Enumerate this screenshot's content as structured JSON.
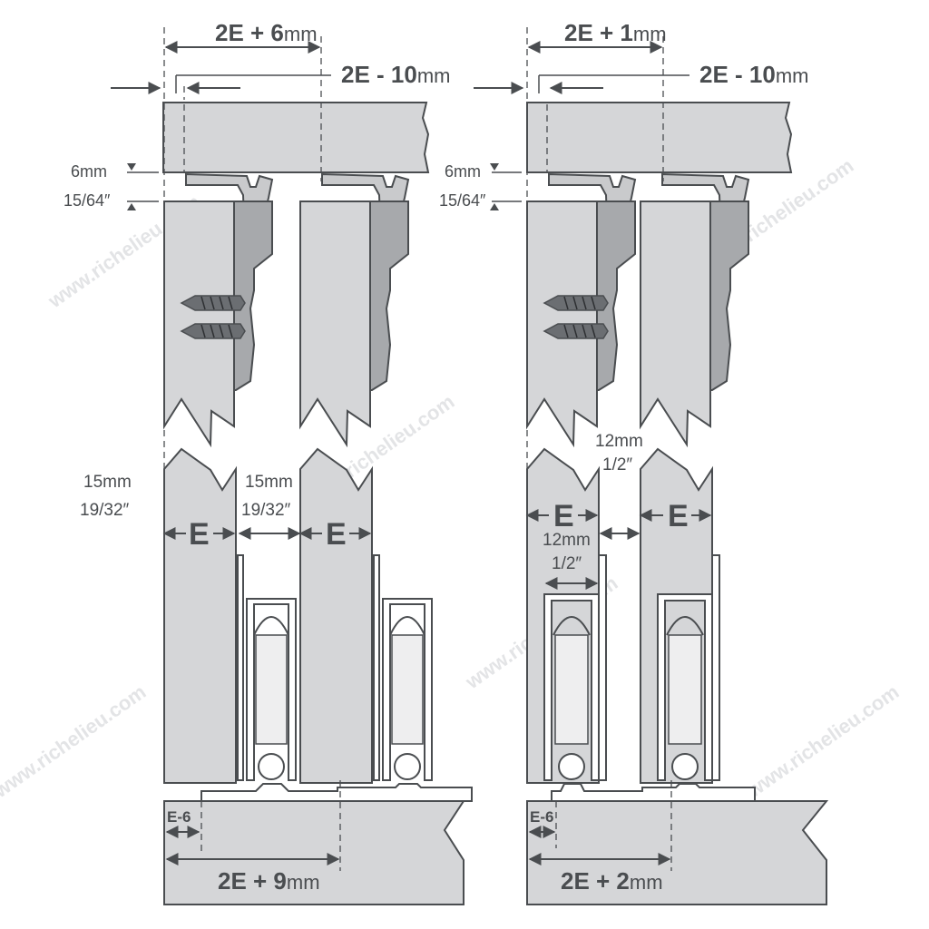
{
  "left_config": {
    "top_dimension": {
      "main": "2E + 6",
      "unit": "mm"
    },
    "offset_dimension": {
      "main": "2E - 10",
      "unit": "mm"
    },
    "gap_label": {
      "metric": "6mm",
      "imperial": "15/64″"
    },
    "panel_thickness_left": {
      "metric": "15mm",
      "imperial": "19/32″"
    },
    "panel_thickness_right": {
      "metric": "15mm",
      "imperial": "19/32″"
    },
    "panel_label_1": "E",
    "panel_label_2": "E",
    "bottom_offset": "E-6",
    "bottom_dimension": {
      "main": "2E + 9",
      "unit": "mm"
    }
  },
  "right_config": {
    "top_dimension": {
      "main": "2E + 1",
      "unit": "mm"
    },
    "offset_dimension": {
      "main": "2E - 10",
      "unit": "mm"
    },
    "gap_label": {
      "metric": "6mm",
      "imperial": "15/64″"
    },
    "panel_gap_top": {
      "metric": "12mm",
      "imperial": "1/2″"
    },
    "panel_gap_inner": {
      "metric": "12mm",
      "imperial": "1/2″"
    },
    "panel_label_1": "E",
    "panel_label_2": "E",
    "bottom_offset": "E-6",
    "bottom_dimension": {
      "main": "2E + 2",
      "unit": "mm"
    }
  },
  "watermark": "www.richelieu.com",
  "colors": {
    "panel_fill": "#d5d6d8",
    "panel_stroke": "#4a4d50",
    "track_fill": "#a7a9ac",
    "text": "#4a4d50"
  }
}
